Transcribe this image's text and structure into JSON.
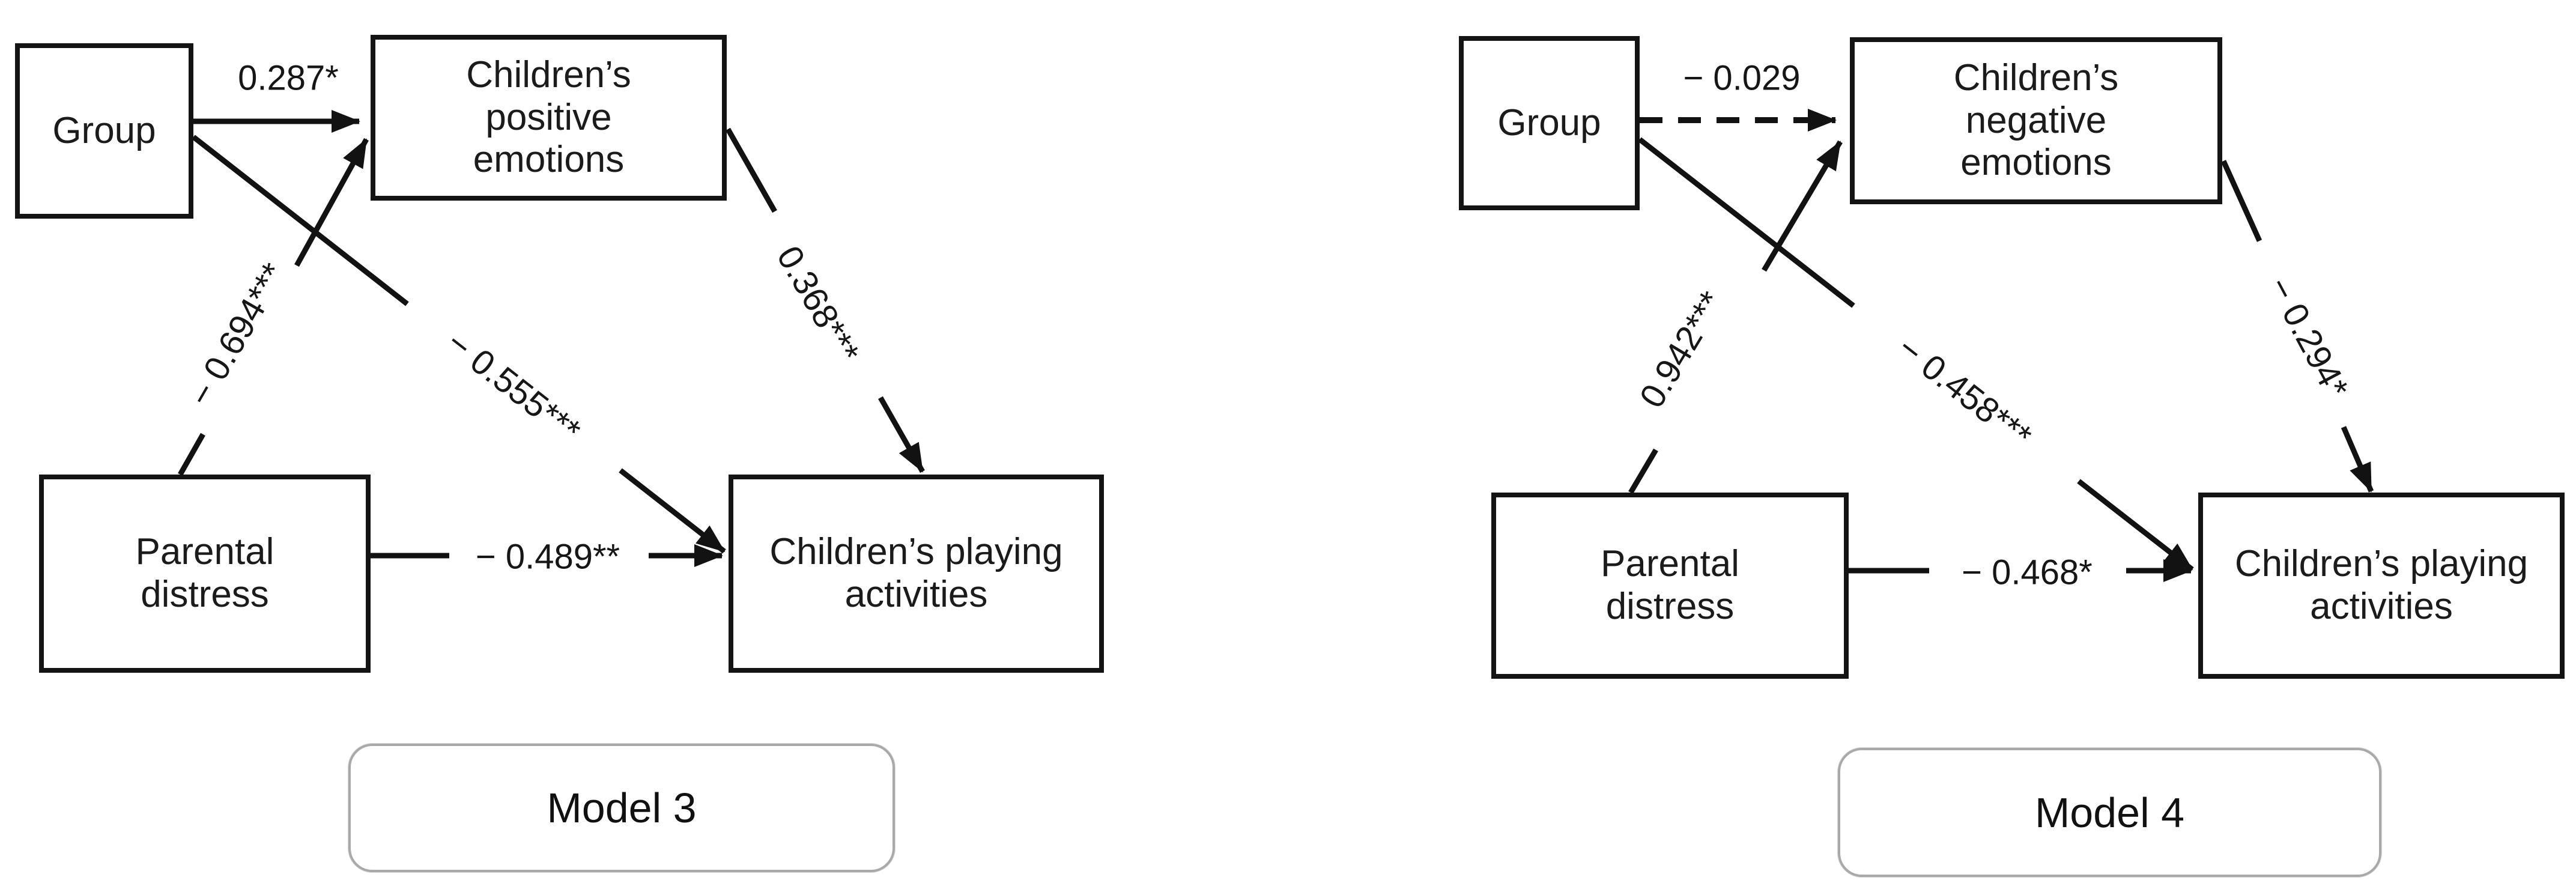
{
  "figure": {
    "description": "Two path-analysis mediation diagrams",
    "line_color": "#121212",
    "badge_border_color": "#a9a9a9",
    "models": [
      {
        "name": "Model 3",
        "boxes": {
          "group": "Group",
          "mediator": "Children’s positive emotions",
          "predictor": "Parental distress",
          "outcome": "Children’s playing activities"
        },
        "paths": {
          "group_mediator": "0.287*",
          "group_outcome": "− 0.555***",
          "predictor_mediator": "− 0.694***",
          "predictor_outcome": "− 0.489**",
          "mediator_outcome": "0.368***"
        },
        "group_mediator_line": "solid"
      },
      {
        "name": "Model 4",
        "boxes": {
          "group": "Group",
          "mediator": "Children’s negative emotions",
          "predictor": "Parental distress",
          "outcome": "Children’s playing activities"
        },
        "paths": {
          "group_mediator": "− 0.029",
          "group_outcome": "− 0.458***",
          "predictor_mediator": "0.942***",
          "predictor_outcome": "− 0.468*",
          "mediator_outcome": "− 0.294*"
        },
        "group_mediator_line": "dashed"
      }
    ]
  }
}
